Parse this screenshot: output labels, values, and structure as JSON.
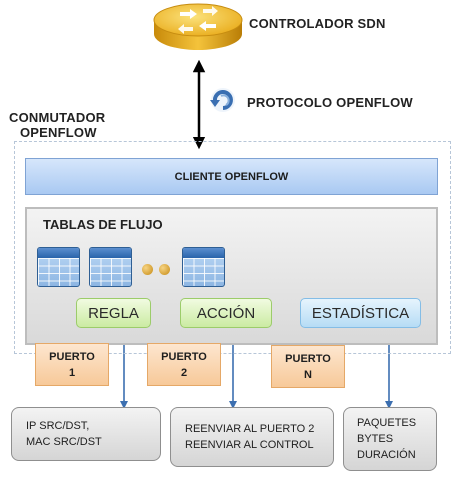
{
  "controller": {
    "label": "CONTROLADOR SDN",
    "icon": "router-icon"
  },
  "protocol": {
    "label": "PROTOCOLO OPENFLOW",
    "icon": "refresh-icon"
  },
  "switch": {
    "label_line1": "CONMUTADOR",
    "label_line2": "OPENFLOW"
  },
  "client": {
    "label": "CLIENTE OPENFLOW"
  },
  "flow_tables": {
    "title": "TABLAS DE FLUJO",
    "icon": "table-icon"
  },
  "fields": {
    "rule": "REGLA",
    "action": "ACCIÓN",
    "stats": "ESTADÍSTICA"
  },
  "ports": [
    {
      "label": "PUERTO",
      "num": "1"
    },
    {
      "label": "PUERTO",
      "num": "2"
    },
    {
      "label": "PUERTO",
      "num": "N"
    }
  ],
  "details": {
    "rule": [
      "IP SRC/DST,",
      "MAC SRC/DST"
    ],
    "action": [
      "REENVIAR AL PUERTO 2",
      "REENVIAR AL CONTROL"
    ],
    "stats": [
      "PAQUETES",
      "BYTES",
      "DURACIÓN"
    ]
  },
  "colors": {
    "controller": "#f0b418",
    "client_bar": "#b9d4f5",
    "flow_tables_box": "#e6e6e6",
    "field_green": "#d9f0b8",
    "field_blue": "#c9e6fa",
    "port_orange": "#fad3ad",
    "detail_gray": "#e3e3e3",
    "arrow_black": "#000000",
    "arrow_blue": "#3c6fb0"
  }
}
